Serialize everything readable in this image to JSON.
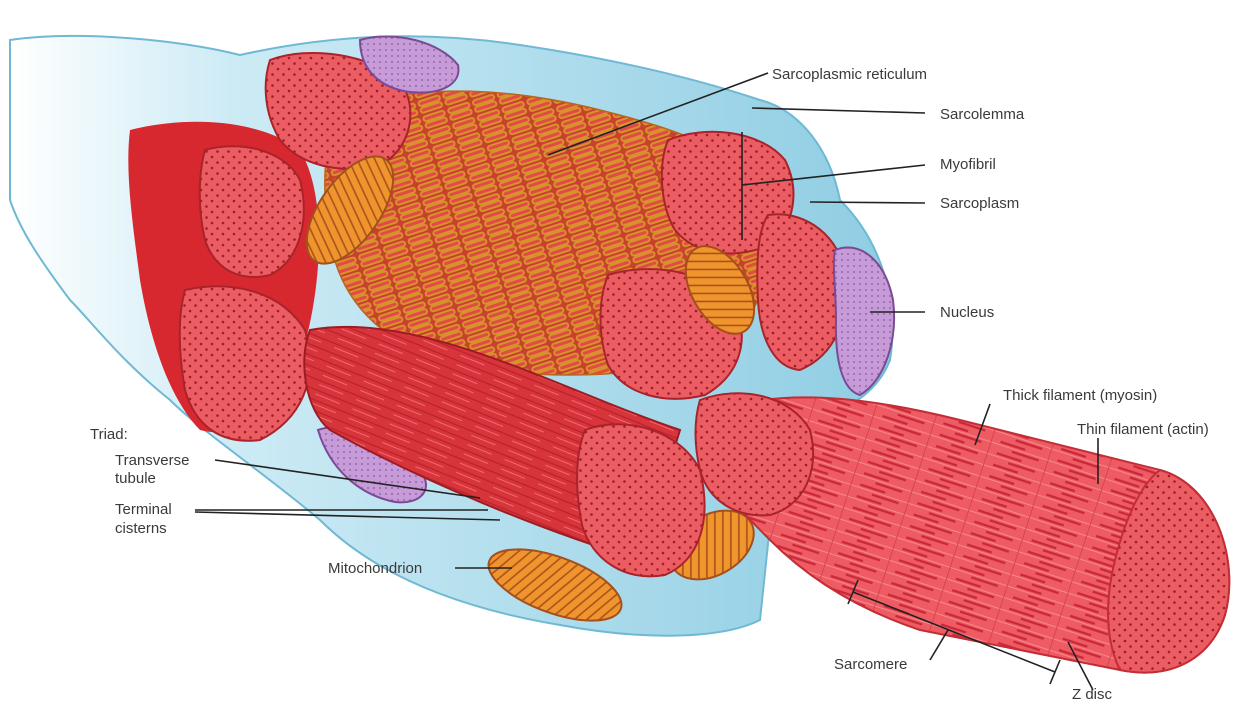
{
  "labels": {
    "sarcoplasmic_reticulum": "Sarcoplasmic reticulum",
    "sarcolemma": "Sarcolemma",
    "myofibril": "Myofibril",
    "sarcoplasm": "Sarcoplasm",
    "nucleus": "Nucleus",
    "thick_filament": "Thick filament (myosin)",
    "thin_filament": "Thin filament (actin)",
    "triad": "Triad:",
    "transverse_tubule_1": "Transverse",
    "transverse_tubule_2": "tubule",
    "terminal_cisterns_1": "Terminal",
    "terminal_cisterns_2": "cisterns",
    "mitochondrion": "Mitochondrion",
    "sarcomere": "Sarcomere",
    "z_disc": "Z disc"
  },
  "colors": {
    "membrane": "#9fd3e6",
    "myofibril": "#e2434b",
    "myofibril_face": "#ec5c63",
    "reticulum": "#d98a2a",
    "mitochondrion": "#e8862a",
    "nucleus": "#b68acb",
    "leader": "#222222"
  }
}
